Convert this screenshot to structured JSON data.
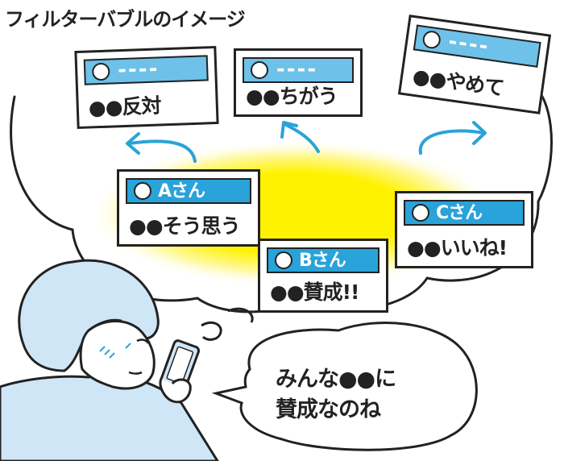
{
  "title": "フィルターバブルのイメージ",
  "outer_cards": [
    {
      "header": "----",
      "message": "●●反対"
    },
    {
      "header": "----",
      "message": "●●ちがう"
    },
    {
      "header": "----",
      "message": "●●やめて"
    }
  ],
  "inner_cards": [
    {
      "name": "Aさん",
      "message": "●●そう思う"
    },
    {
      "name": "Bさん",
      "message": "●●賛成!!"
    },
    {
      "name": "Cさん",
      "message": "●●いいね!"
    }
  ],
  "speech": {
    "line1": "みんな●●に",
    "line2": "賛成なのね"
  },
  "colors": {
    "bubble_glow": "#fff200",
    "card_header": "#29a3d9",
    "card_header_light": "#6ec1e8",
    "person_fill": "#cfe6f7"
  }
}
